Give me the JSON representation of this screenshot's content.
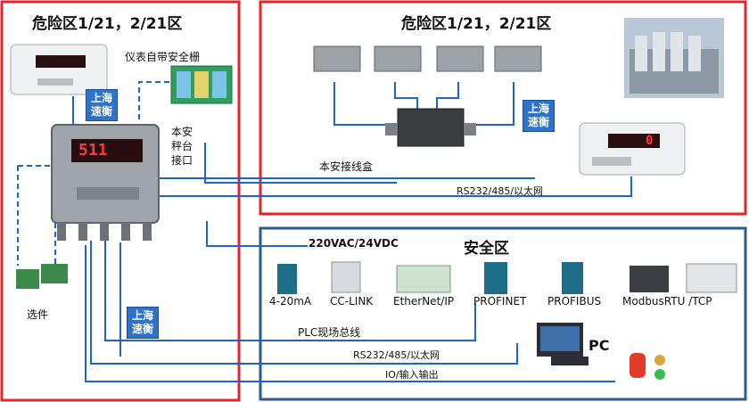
{
  "zones": {
    "hazard_left_title": "危险区1/21，2/21区",
    "hazard_right_title": "危险区1/21，2/21区",
    "safe_title": "安全区"
  },
  "labels": {
    "barrier": "仪表自带安全栅",
    "intrinsic_scale_port": "本安秤台接口",
    "junction_box": "本安接线盒",
    "rs_right": "RS232/485/以太网",
    "power": "220VAC/24VDC",
    "optional": "选件",
    "plc_bus": "PLC现场总线",
    "rs_bottom": "RS232/485/以太网",
    "io": "IO/输入输出",
    "pc": "PC",
    "brand_badge": "上海\n速衡",
    "indicator_display": "511",
    "remote_display": "0"
  },
  "protocols": [
    "4-20mA",
    "CC-LINK",
    "EtherNet/IP",
    "PROFINET",
    "PROFIBUS",
    "ModbusRTU /TCP"
  ],
  "colors": {
    "hazard_border": "#e8242a",
    "safe_border": "#2e5a8c",
    "wire": "#1f66c4",
    "badge": "#2f73c9"
  }
}
